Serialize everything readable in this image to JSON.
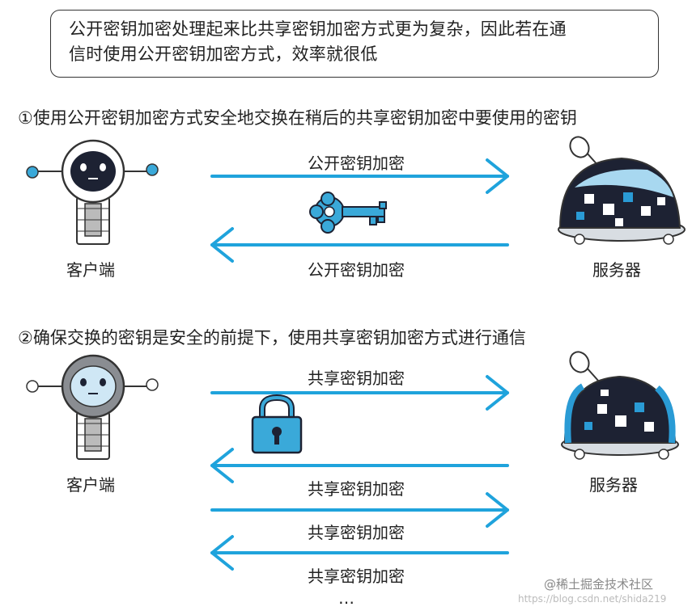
{
  "intro": {
    "line1": "公开密钥加密处理起来比共享密钥加密方式更为复杂，因此若在通",
    "line2": "信时使用公开密钥加密方式，效率就很低"
  },
  "step1": {
    "title": "①使用公开密钥加密方式安全地交换在稍后的共享密钥加密中要使用的密钥",
    "client_label": "客户端",
    "server_label": "服务器",
    "arrow_top_label": "公开密钥加密",
    "arrow_bottom_label": "公开密钥加密"
  },
  "step2": {
    "title": "②确保交换的密钥是安全的前提下，使用共享密钥加密方式进行通信",
    "client_label": "客户端",
    "server_label": "服务器",
    "arrow_labels": [
      "共享密钥加密",
      "共享密钥加密",
      "共享密钥加密",
      "共享密钥加密"
    ],
    "ellipsis": "…"
  },
  "watermark": {
    "main": "@稀土掘金技术社区",
    "url": "https://blog.csdn.net/shida219"
  },
  "colors": {
    "arrow": "#1fa3dc",
    "key": "#3aa9d9",
    "robot_dark": "#1d2233",
    "server_blue": "#2a9bd5"
  }
}
